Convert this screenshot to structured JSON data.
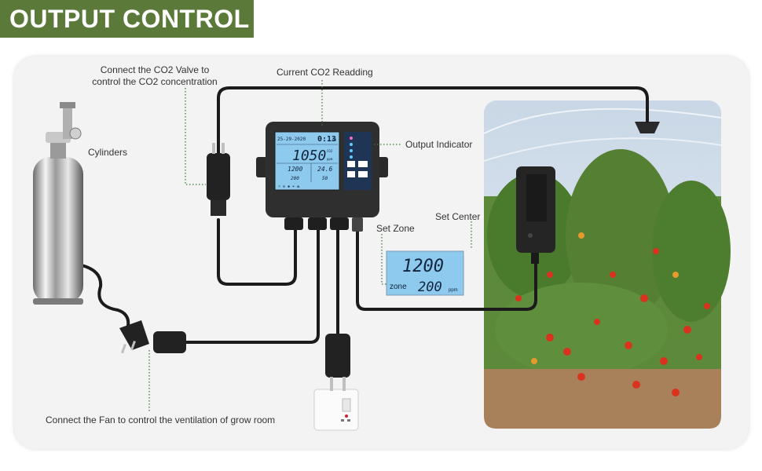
{
  "banner": {
    "title": "OUTPUT CONTROL"
  },
  "labels": {
    "co2_valve_line1": "Connect the CO2 Valve to",
    "co2_valve_line2": "control the CO2 concentration",
    "current_reading": "Current CO2 Readding",
    "cylinders": "Cylinders",
    "output_indicator": "Output Indicator",
    "set_center": "Set Center",
    "set_zone": "Set Zone",
    "fan": "Connect the Fan to control the ventilation of grow room"
  },
  "controller_display": {
    "date": "25-29-2020",
    "time": "0:13",
    "time_suffix": "PM",
    "co2_value": "1050",
    "co2_unit_top": "CO2",
    "co2_unit_bottom": "ppm",
    "setpoint": "1200",
    "zone_value": "200",
    "temp": "24.6",
    "humidity": "50"
  },
  "zoom_display": {
    "center_value": "1200",
    "zone_label": "zone",
    "zone_value": "200",
    "unit": "ppm"
  },
  "colors": {
    "banner": "#5b7a3a",
    "lcd": "#8ec9ee",
    "guide_dots": "#3d7a3d",
    "device": "#2a2a2a"
  }
}
